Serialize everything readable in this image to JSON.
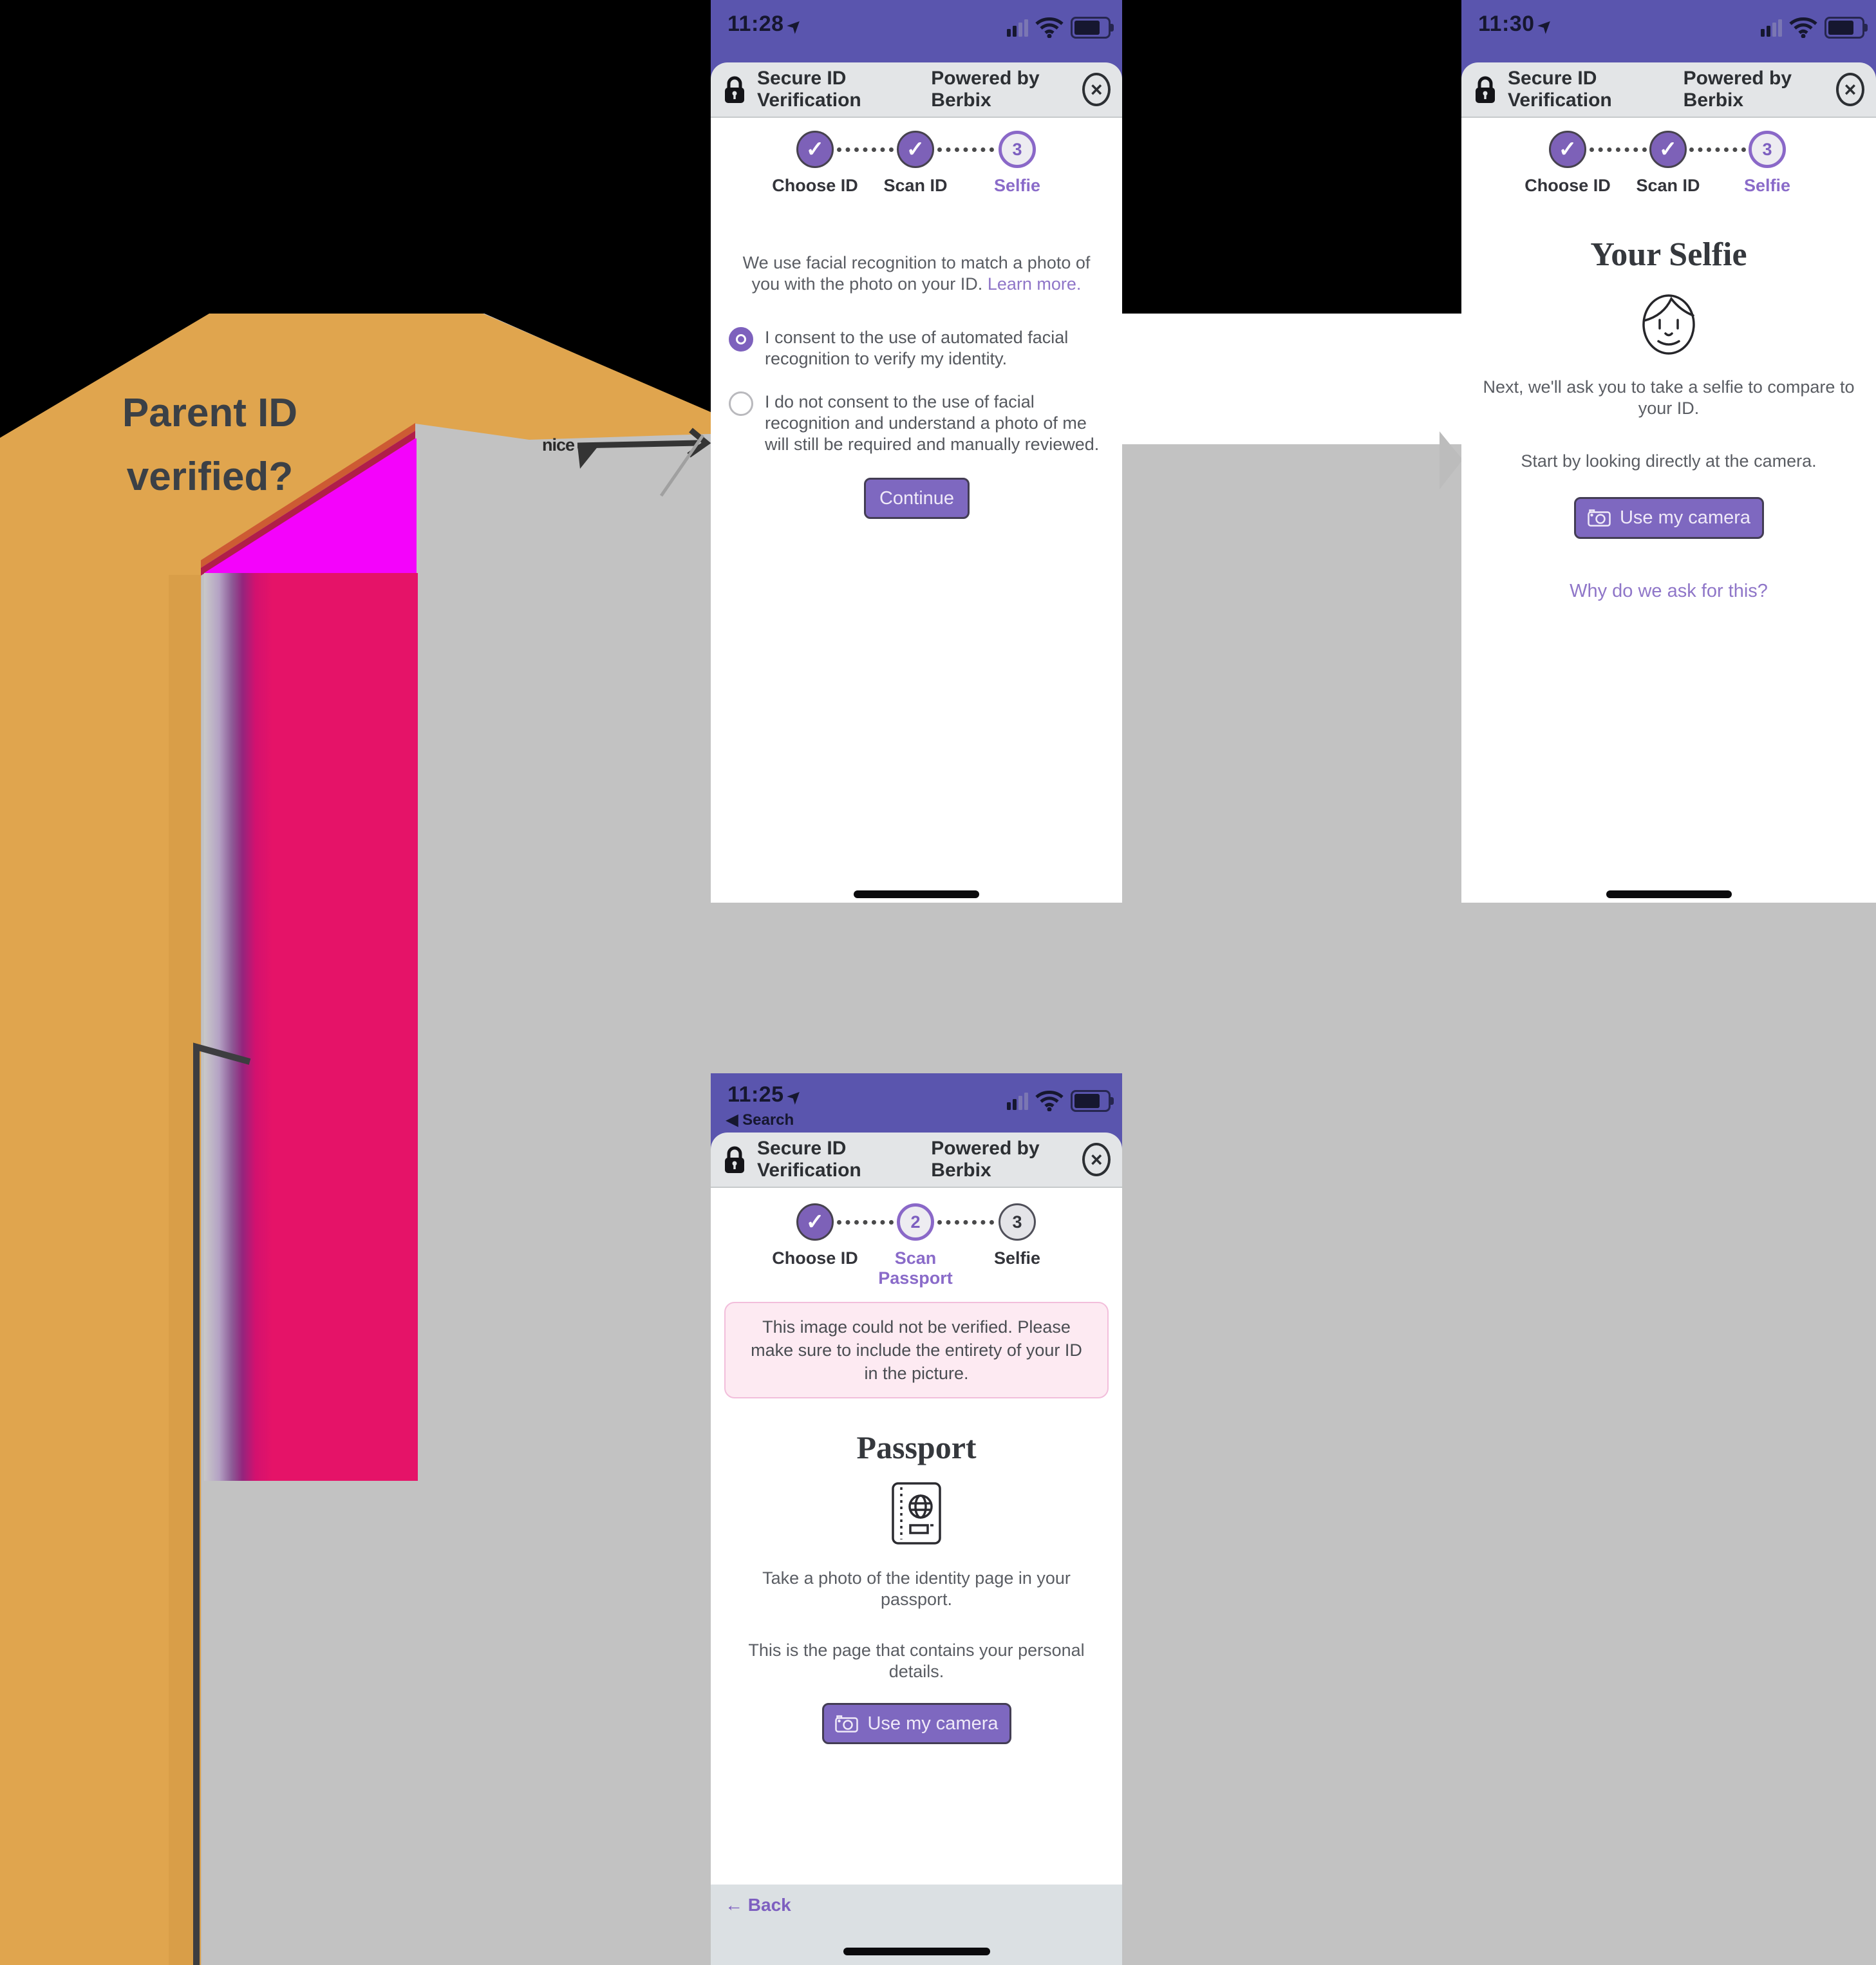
{
  "decor": {
    "headline": "Parent ID\nverified?",
    "annotation": "nice",
    "colors": {
      "orange": "#e0a54e",
      "pink_bar": "#e51368",
      "magenta": "#f403fb",
      "backdrop_gray": "#c2c2c2",
      "black": "#000000"
    }
  },
  "chrome": {
    "title": "Secure ID Verification",
    "powered": "Powered by Berbix"
  },
  "glyphs": {
    "check": "✓",
    "close": "×",
    "location_arrow": "➤"
  },
  "shared": {
    "camera_button": "Use my camera",
    "accent_purple": "#7d61bd",
    "header_purple": "#5a55ae"
  },
  "phones": {
    "consent": {
      "time": "11:28",
      "steps": [
        {
          "label": "Choose ID",
          "state": "done"
        },
        {
          "label": "Scan ID",
          "state": "done"
        },
        {
          "label": "Selfie",
          "state": "active",
          "number": "3"
        }
      ],
      "intro": "We use facial recognition to match a photo of you with the photo on your ID.",
      "learn_more": "Learn more.",
      "radio_consent": "I consent to the use of automated facial recognition to verify my identity.",
      "radio_no_consent": "I do not consent to the use of facial recognition and understand a photo of me will still be required and manually reviewed.",
      "continue_label": "Continue"
    },
    "selfie": {
      "time": "11:30",
      "steps": [
        {
          "label": "Choose ID",
          "state": "done"
        },
        {
          "label": "Scan ID",
          "state": "done"
        },
        {
          "label": "Selfie",
          "state": "active",
          "number": "3"
        }
      ],
      "title": "Your Selfie",
      "body1": "Next, we'll ask you to take a selfie to compare to your ID.",
      "body2": "Start by looking directly at the camera.",
      "why_link": "Why do we ask for this?"
    },
    "passport": {
      "time": "11:25",
      "back_app": "◀ Search",
      "steps": [
        {
          "label": "Choose ID",
          "state": "done"
        },
        {
          "label": "Scan Passport",
          "state": "active",
          "number": "2"
        },
        {
          "label": "Selfie",
          "state": "todo",
          "number": "3"
        }
      ],
      "error": "This image could not be verified. Please make sure to include the entirety of your ID in the picture.",
      "title": "Passport",
      "body1": "Take a photo of the identity page in your passport.",
      "body2": "This is the page that contains your personal details.",
      "back_label": "← Back"
    }
  }
}
